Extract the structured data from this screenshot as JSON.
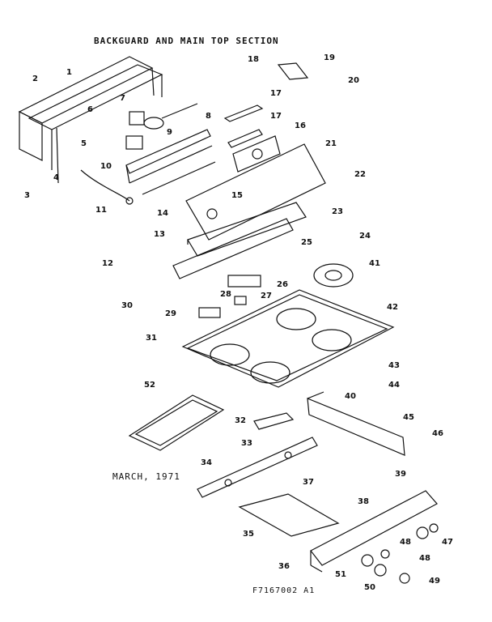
{
  "title": "BACKGUARD AND MAIN TOP SECTION",
  "date": "MARCH, 1971",
  "code": "F7167002  A1",
  "parts": [
    {
      "n": "1",
      "label": "1"
    },
    {
      "n": "2",
      "label": "2"
    },
    {
      "n": "3",
      "label": "3"
    },
    {
      "n": "4",
      "label": "4"
    },
    {
      "n": "5",
      "label": "5"
    },
    {
      "n": "6",
      "label": "6"
    },
    {
      "n": "7",
      "label": "7"
    },
    {
      "n": "8",
      "label": "8"
    },
    {
      "n": "9",
      "label": "9"
    },
    {
      "n": "10",
      "label": "10"
    },
    {
      "n": "11",
      "label": "11"
    },
    {
      "n": "12",
      "label": "12"
    },
    {
      "n": "13",
      "label": "13"
    },
    {
      "n": "14",
      "label": "14"
    },
    {
      "n": "15",
      "label": "15"
    },
    {
      "n": "16",
      "label": "16"
    },
    {
      "n": "17a",
      "label": "17"
    },
    {
      "n": "17b",
      "label": "17"
    },
    {
      "n": "18",
      "label": "18"
    },
    {
      "n": "19",
      "label": "19"
    },
    {
      "n": "20",
      "label": "20"
    },
    {
      "n": "21",
      "label": "21"
    },
    {
      "n": "22",
      "label": "22"
    },
    {
      "n": "23",
      "label": "23"
    },
    {
      "n": "24",
      "label": "24"
    },
    {
      "n": "25",
      "label": "25"
    },
    {
      "n": "26",
      "label": "26"
    },
    {
      "n": "27",
      "label": "27"
    },
    {
      "n": "28",
      "label": "28"
    },
    {
      "n": "29",
      "label": "29"
    },
    {
      "n": "30",
      "label": "30"
    },
    {
      "n": "31",
      "label": "31"
    },
    {
      "n": "32",
      "label": "32"
    },
    {
      "n": "33",
      "label": "33"
    },
    {
      "n": "34",
      "label": "34"
    },
    {
      "n": "35",
      "label": "35"
    },
    {
      "n": "36",
      "label": "36"
    },
    {
      "n": "37",
      "label": "37"
    },
    {
      "n": "38",
      "label": "38"
    },
    {
      "n": "39",
      "label": "39"
    },
    {
      "n": "40",
      "label": "40"
    },
    {
      "n": "41",
      "label": "41"
    },
    {
      "n": "42",
      "label": "42"
    },
    {
      "n": "43",
      "label": "43"
    },
    {
      "n": "44",
      "label": "44"
    },
    {
      "n": "45",
      "label": "45"
    },
    {
      "n": "46",
      "label": "46"
    },
    {
      "n": "47",
      "label": "47"
    },
    {
      "n": "48a",
      "label": "48"
    },
    {
      "n": "48b",
      "label": "48"
    },
    {
      "n": "49",
      "label": "49"
    },
    {
      "n": "50",
      "label": "50"
    },
    {
      "n": "51",
      "label": "51"
    },
    {
      "n": "52",
      "label": "52"
    }
  ]
}
